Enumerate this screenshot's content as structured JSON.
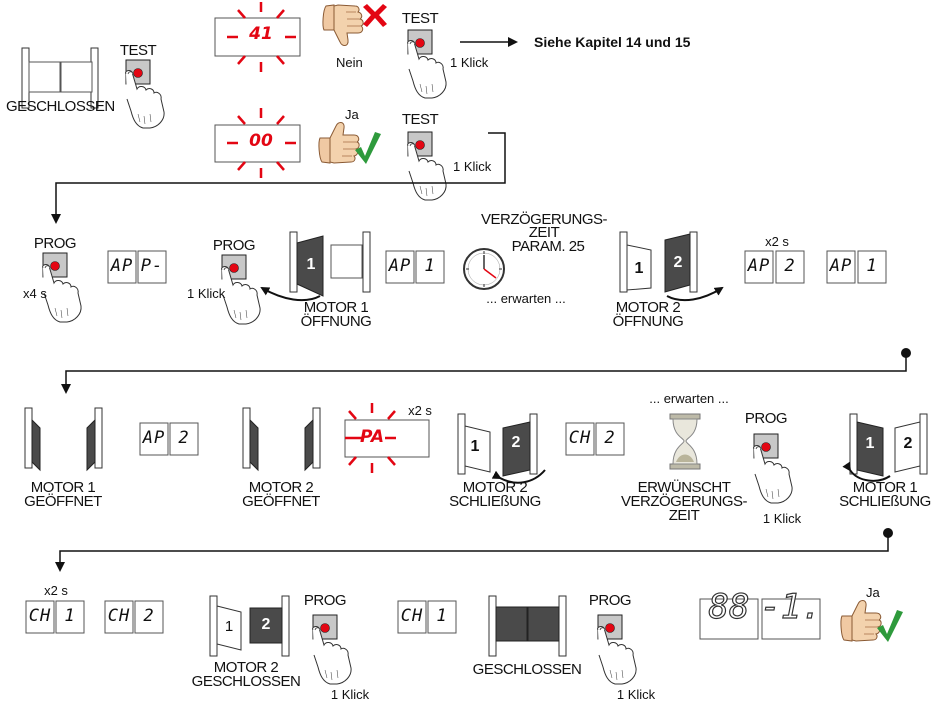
{
  "top": {
    "test_label": "TEST",
    "closed_label": "GESCHLOSSEN",
    "error_display": "41",
    "nein_label": "Nein",
    "test_label_2": "TEST",
    "click_1": "1 Klick",
    "see_chapter": "Siehe Kapitel 14 und 15",
    "ok_display": "00",
    "ja_label": "Ja",
    "test_label_3": "TEST",
    "click_2": "1 Klick"
  },
  "row2": {
    "prog_label": "PROG",
    "hold_label": "x4 s",
    "disp_ap_p": [
      "AP",
      "P-"
    ],
    "prog_label_2": "PROG",
    "click_label": "1 Klick",
    "leaf_motor1": "1",
    "motor1_label": "MOTOR 1",
    "opening_label": "ÖFFNUNG",
    "disp_ap_1": [
      "AP",
      "1"
    ],
    "delay_title_1": "VERZÖGERUNGS-",
    "delay_title_2": "ZEIT",
    "delay_param": "PARAM. 25",
    "wait_label": "... erwarten ...",
    "leaf_a": "1",
    "leaf_b": "2",
    "motor2_label": "MOTOR 2",
    "opening_label_2": "ÖFFNUNG",
    "x2s_label": "x2 s",
    "disp_ap_2": [
      "AP",
      "2"
    ],
    "disp_ap_1b": [
      "AP",
      "1"
    ]
  },
  "row3": {
    "motor1_label": "MOTOR 1",
    "opened_label": "GEÖFFNET",
    "disp_ap_2": [
      "AP",
      "2"
    ],
    "motor2_label": "MOTOR 2",
    "opened_label_2": "GEÖFFNET",
    "x2s_label": "x2 s",
    "blink_display": "PA",
    "leaf_a": "1",
    "leaf_b": "2",
    "motor2_close_1": "MOTOR 2",
    "motor2_close_2": "SCHLIEßUNG",
    "disp_ch_2": [
      "CH",
      "2"
    ],
    "wait_label": "... erwarten ...",
    "desired_1": "ERWÜNSCHT",
    "desired_2": "VERZÖGERUNGS-",
    "desired_3": "ZEIT",
    "prog_label": "PROG",
    "click_label": "1 Klick",
    "leaf_c": "1",
    "leaf_d": "2",
    "motor1_close_1": "MOTOR 1",
    "motor1_close_2": "SCHLIEßUNG"
  },
  "row4": {
    "x2s_label": "x2 s",
    "disp_ch_1": [
      "CH",
      "1"
    ],
    "disp_ch_2": [
      "CH",
      "2"
    ],
    "leaf_a": "1",
    "leaf_b": "2",
    "motor2_label": "MOTOR 2",
    "closed_label": "GESCHLOSSEN",
    "prog_label": "PROG",
    "click_label": "1 Klick",
    "disp_ch_1b": [
      "CH",
      "1"
    ],
    "closed_label_2": "GESCHLOSSEN",
    "prog_label_2": "PROG",
    "click_label_2": "1 Klick",
    "final_display": [
      "88",
      "-1."
    ],
    "ja_label": "Ja"
  },
  "colors": {
    "red": "#e30613",
    "green": "#2e9a3c",
    "dark": "#4a4a4a",
    "line": "#111111"
  },
  "icons": [
    "finger-press-icon",
    "thumbs-down-icon",
    "thumbs-up-icon",
    "check-icon",
    "cross-icon",
    "clock-icon",
    "hourglass-icon",
    "arrow-icon"
  ]
}
